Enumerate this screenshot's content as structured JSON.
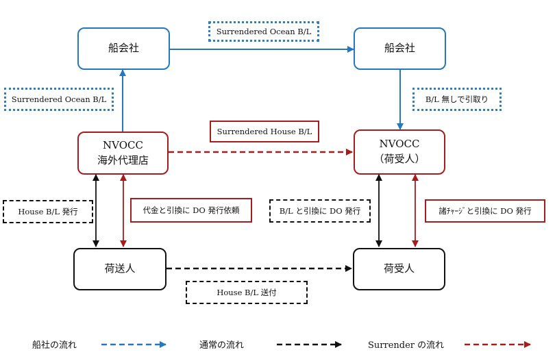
{
  "nodes": {
    "carrier_left": "船会社",
    "carrier_right": "船会社",
    "nvocc_left_title": "NVOCC",
    "nvocc_left_sub": "海外代理店",
    "nvocc_right_title": "NVOCC",
    "nvocc_right_sub": "（荷受人）",
    "shipper": "荷送人",
    "consignee": "荷受人"
  },
  "labels": {
    "surrendered_ocean_top": "Surrendered Ocean B/L",
    "surrendered_ocean_left": "Surrendered Ocean B/L",
    "bl_pickup": "B/L 無しで引取り",
    "surrendered_house": "Surrendered House B/L",
    "house_bl_issue": "House B/L 発行",
    "payment_do_request": "代金と引換に DO 発行依頼",
    "bl_do_issue": "B/L と引換に DO 発行",
    "charges_do_issue": "諸ﾁｬｰｼﾞと引換に DO 発行",
    "house_bl_send": "House B/L 送付"
  },
  "legend": {
    "carrier_flow": "船社の流れ",
    "normal_flow": "通常の流れ",
    "surrender_flow": "Surrender の流れ"
  },
  "colors": {
    "carrier_blue": "#2378c0",
    "surrender_red": "#a61c1c",
    "normal_black": "#111111"
  }
}
